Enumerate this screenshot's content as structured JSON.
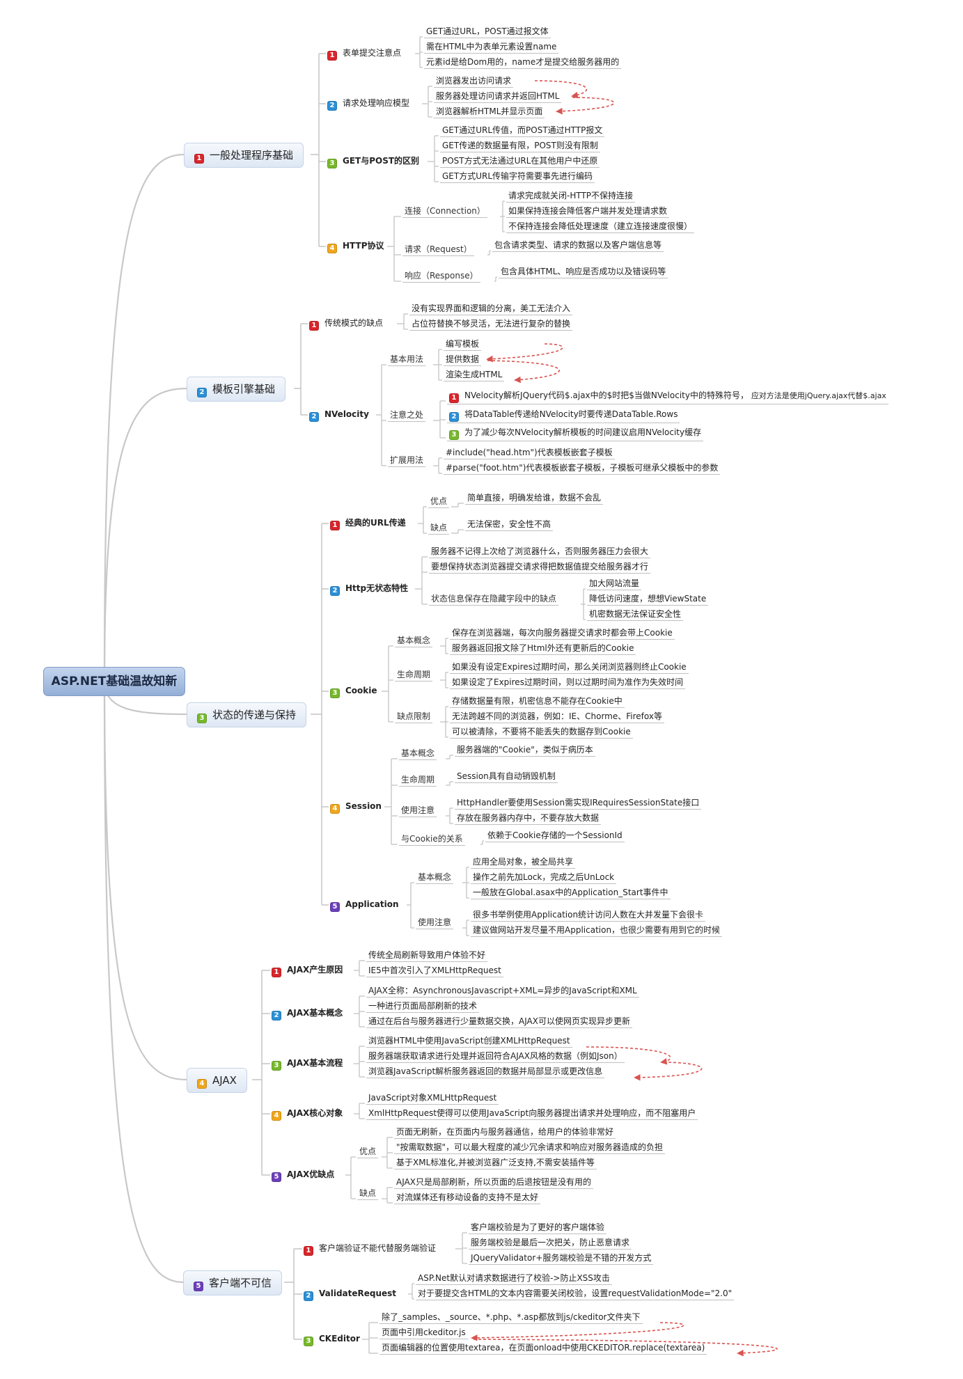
{
  "root": "ASP.NET基础温故知新",
  "arrow_color": "#d9534f",
  "badge_colors": {
    "1": "#d9262b",
    "2": "#2b8fd6",
    "3": "#77b82c",
    "4": "#f0a61c",
    "5": "#6b3fb8"
  },
  "branches": [
    {
      "num": "1",
      "label": "一般处理程序基础",
      "sections": [
        {
          "num": "1",
          "label": "表单提交注意点",
          "items": [
            "GET通过URL，POST通过报文体",
            "需在HTML中为表单元素设置name",
            "元素id是给Dom用的，name才是提交给服务器用的"
          ]
        },
        {
          "num": "2",
          "label": "请求处理响应模型",
          "items": [
            "浏览器发出访问请求",
            "服务器处理访问请求并返回HTML",
            "浏览器解析HTML并显示页面"
          ]
        },
        {
          "num": "3",
          "label": "GET与POST的区别",
          "items": [
            "GET通过URL传值，而POST通过HTTP报文",
            "GET传递的数据量有限，POST则没有限制",
            "POST方式无法通过URL在其他用户中还原",
            "GET方式URL传输字符需要事先进行编码"
          ]
        },
        {
          "num": "4",
          "label": "HTTP协议",
          "groups": [
            {
              "label": "连接（Connection）",
              "items": [
                "请求完成就关闭-HTTP不保持连接",
                "如果保持连接会降低客户端并发处理请求数",
                "不保持连接会降低处理速度（建立连接速度很慢）"
              ]
            },
            {
              "label": "请求（Request）",
              "items": [
                "包含请求类型、请求的数据以及客户端信息等"
              ]
            },
            {
              "label": "响应（Response）",
              "items": [
                "包含具体HTML、响应是否成功以及错误码等"
              ]
            }
          ]
        }
      ]
    },
    {
      "num": "2",
      "label": "模板引擎基础",
      "sections": [
        {
          "num": "1",
          "label": "传统模式的缺点",
          "items": [
            "没有实现界面和逻辑的分离，美工无法介入",
            "占位符替换不够灵活，无法进行复杂的替换"
          ]
        },
        {
          "num": "2",
          "label": "NVelocity",
          "groups": [
            {
              "label": "基本用法",
              "items": [
                "编写模板",
                "提供数据",
                "渲染生成HTML"
              ]
            },
            {
              "label": "注意之处",
              "items": [
                "NVelocity解析JQuery代码$.ajax中的$时把$当做NVelocity中的特殊符号，",
                "将DataTable传递给NVelocity时要传递DataTable.Rows",
                "为了减少每次NVelocity解析模板的时间建议启用NVelocity缓存"
              ],
              "note": "应对方法是使用jQuery.ajax代替$.ajax"
            },
            {
              "label": "扩展用法",
              "items": [
                "#include(\"head.htm\")代表模板嵌套子模板",
                "#parse(\"foot.htm\")代表模板嵌套子模板，子模板可继承父模板中的参数"
              ]
            }
          ]
        }
      ]
    },
    {
      "num": "3",
      "label": "状态的传递与保持",
      "sections": [
        {
          "num": "1",
          "label": "经典的URL传递",
          "groups": [
            {
              "label": "优点",
              "items": [
                "简单直接，明确发给谁，数据不会乱"
              ]
            },
            {
              "label": "缺点",
              "items": [
                "无法保密，安全性不高"
              ]
            }
          ]
        },
        {
          "num": "2",
          "label": "Http无状态特性",
          "items": [
            "服务器不记得上次给了浏览器什么，否则服务器压力会很大",
            "要想保持状态浏览器提交请求得把数据值提交给服务器才行"
          ],
          "group": {
            "label": "状态信息保存在隐藏字段中的缺点",
            "items": [
              "加大网站流量",
              "降低访问速度，想想ViewState",
              "机密数据无法保证安全性"
            ]
          }
        },
        {
          "num": "3",
          "label": "Cookie",
          "groups": [
            {
              "label": "基本概念",
              "items": [
                "保存在浏览器端，每次向服务器提交请求时都会带上Cookie",
                "服务器返回报文除了Html外还有更新后的Cookie"
              ]
            },
            {
              "label": "生命周期",
              "items": [
                "如果没有设定Expires过期时间，那么关闭浏览器则终止Cookie",
                "如果设定了Expires过期时间，则以过期时间为准作为失效时间"
              ]
            },
            {
              "label": "缺点限制",
              "items": [
                "存储数据量有限，机密信息不能存在Cookie中",
                "无法跨越不同的浏览器，例如：IE、Chorme、Firefox等",
                "可以被清除，不要将不能丢失的数据存到Cookie"
              ]
            }
          ]
        },
        {
          "num": "4",
          "label": "Session",
          "groups": [
            {
              "label": "基本概念",
              "items": [
                "服务器端的\"Cookie\"，类似于病历本"
              ]
            },
            {
              "label": "生命周期",
              "items": [
                "Session具有自动销毁机制"
              ]
            },
            {
              "label": "使用注意",
              "items": [
                "HttpHandler要使用Session需实现IRequiresSessionState接口",
                "存放在服务器内存中，不要存放大数据"
              ]
            },
            {
              "label": "与Cookie的关系",
              "items": [
                "依赖于Cookie存储的一个SessionId"
              ]
            }
          ]
        },
        {
          "num": "5",
          "label": "Application",
          "groups": [
            {
              "label": "基本概念",
              "items": [
                "应用全局对象，被全局共享",
                "操作之前先加Lock，完成之后UnLock",
                "一般放在Global.asax中的Application_Start事件中"
              ]
            },
            {
              "label": "使用注意",
              "items": [
                "很多书举例使用Application统计访问人数在大并发量下会很卡",
                "建议做网站开发尽量不用Application，也很少需要有用到它的时候"
              ]
            }
          ]
        }
      ]
    },
    {
      "num": "4",
      "label": "AJAX",
      "sections": [
        {
          "num": "1",
          "label": "AJAX产生原因",
          "items": [
            "传统全局刷新导致用户体验不好",
            "IE5中首次引入了XMLHttpRequest"
          ]
        },
        {
          "num": "2",
          "label": "AJAX基本概念",
          "items": [
            "AJAX全称：AsynchronousJavascript+XML=异步的JavaScript和XML",
            "一种进行页面局部刷新的技术",
            "通过在后台与服务器进行少量数据交换，AJAX可以使网页实现异步更新"
          ]
        },
        {
          "num": "3",
          "label": "AJAX基本流程",
          "items": [
            "浏览器HTML中使用JavaScript创建XMLHttpRequest",
            "服务器端获取请求进行处理并返回符合AJAX风格的数据（例如Json）",
            "浏览器JavaScript解析服务器返回的数据并局部显示或更改信息"
          ]
        },
        {
          "num": "4",
          "label": "AJAX核心对象",
          "items": [
            "JavaScript对象XMLHttpRequest",
            "XmlHttpRequest使得可以使用JavaScript向服务器提出请求并处理响应，而不阻塞用户"
          ]
        },
        {
          "num": "5",
          "label": "AJAX优缺点",
          "groups": [
            {
              "label": "优点",
              "items": [
                "页面无刷新，在页面内与服务器通信，给用户的体验非常好",
                "\"按需取数据\"，可以最大程度的减少冗余请求和响应对服务器造成的负担",
                "基于XML标准化,并被浏览器广泛支持,不需安装插件等"
              ]
            },
            {
              "label": "缺点",
              "items": [
                "AJAX只是局部刷新，所以页面的后退按钮是没有用的",
                "对流媒体还有移动设备的支持不是太好"
              ]
            }
          ]
        }
      ]
    },
    {
      "num": "5",
      "label": "客户端不可信",
      "sections": [
        {
          "num": "1",
          "label": "客户端验证不能代替服务端验证",
          "items": [
            "客户端校验是为了更好的客户端体验",
            "服务端校验是最后一次把关，防止恶意请求",
            "JQueryValidator+服务端校验是不错的开发方式"
          ]
        },
        {
          "num": "2",
          "label": "ValidateRequest",
          "items": [
            "ASP.Net默认对请求数据进行了校验->防止XSS攻击",
            "对于要提交含HTML的文本内容需要关闭校验，设置requestValidationMode=\"2.0\""
          ]
        },
        {
          "num": "3",
          "label": "CKEditor",
          "items": [
            "除了_samples、_source、*.php、*.asp都放到js/ckeditor文件夹下",
            "页面中引用ckeditor.js",
            "页面编辑器的位置使用textarea，在页面onload中使用CKEDITOR.replace(textarea)"
          ]
        }
      ]
    }
  ]
}
